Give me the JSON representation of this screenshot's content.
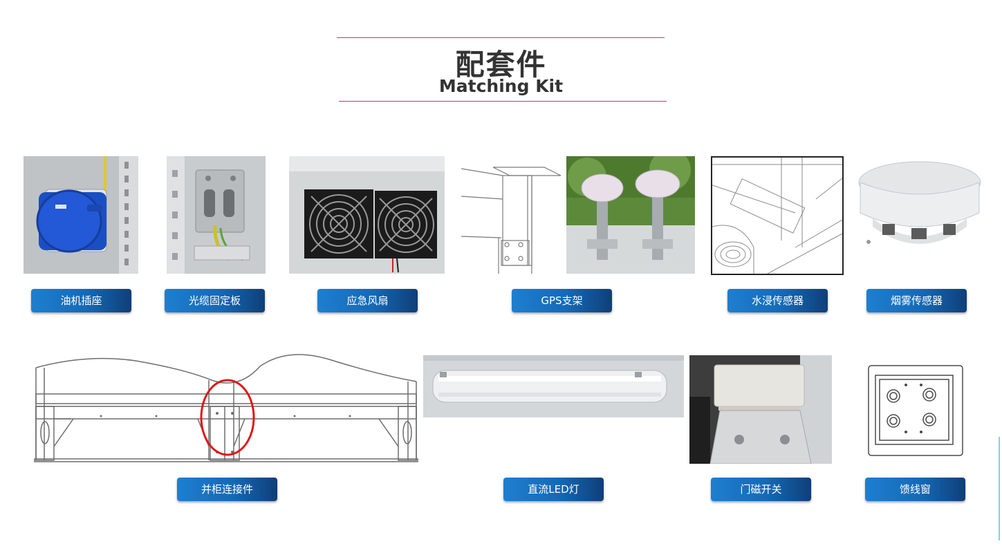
{
  "header": {
    "title_cn": "配套件",
    "title_en": "Matching Kit"
  },
  "labels": {
    "oil_socket": "油机插座",
    "cable_plate": "光缆固定板",
    "emergency_fan": "应急风扇",
    "gps_bracket": "GPS支架",
    "water_sensor": "水浸传感器",
    "smoke_sensor": "烟雾传感器",
    "cabinet_connector": "并柜连接件",
    "dc_led": "直流LED灯",
    "door_switch": "门磁开关",
    "feeder_window": "馈线窗"
  },
  "colors": {
    "accent_line": "#c2397f",
    "label_blue": "#1569b6",
    "label_dark": "#0f3f78"
  }
}
